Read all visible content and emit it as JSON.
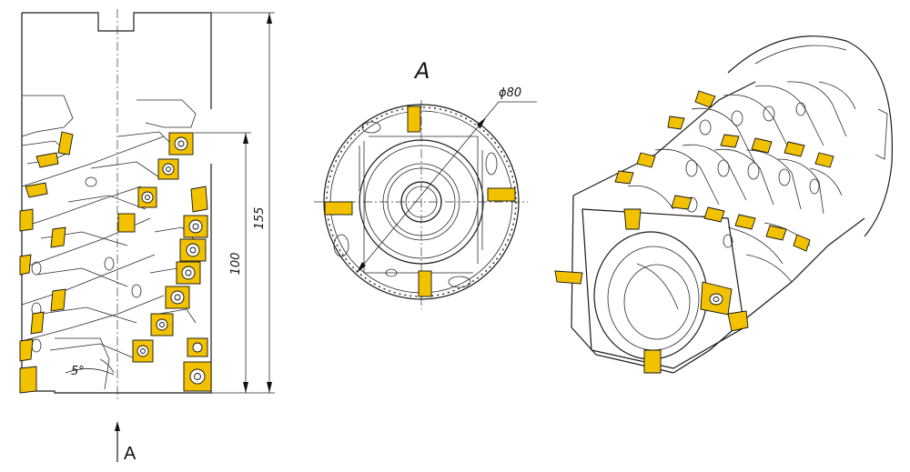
{
  "drawing": {
    "dimensions": {
      "overall_length": "155",
      "cutting_length": "100",
      "diameter": "ϕ80",
      "angle": "5°"
    },
    "view_labels": {
      "section_top": "A",
      "arrow_bottom": "A"
    },
    "colors": {
      "insert_fill": "#f2c200",
      "line": "#1a1a1a",
      "background": "#ffffff"
    }
  }
}
